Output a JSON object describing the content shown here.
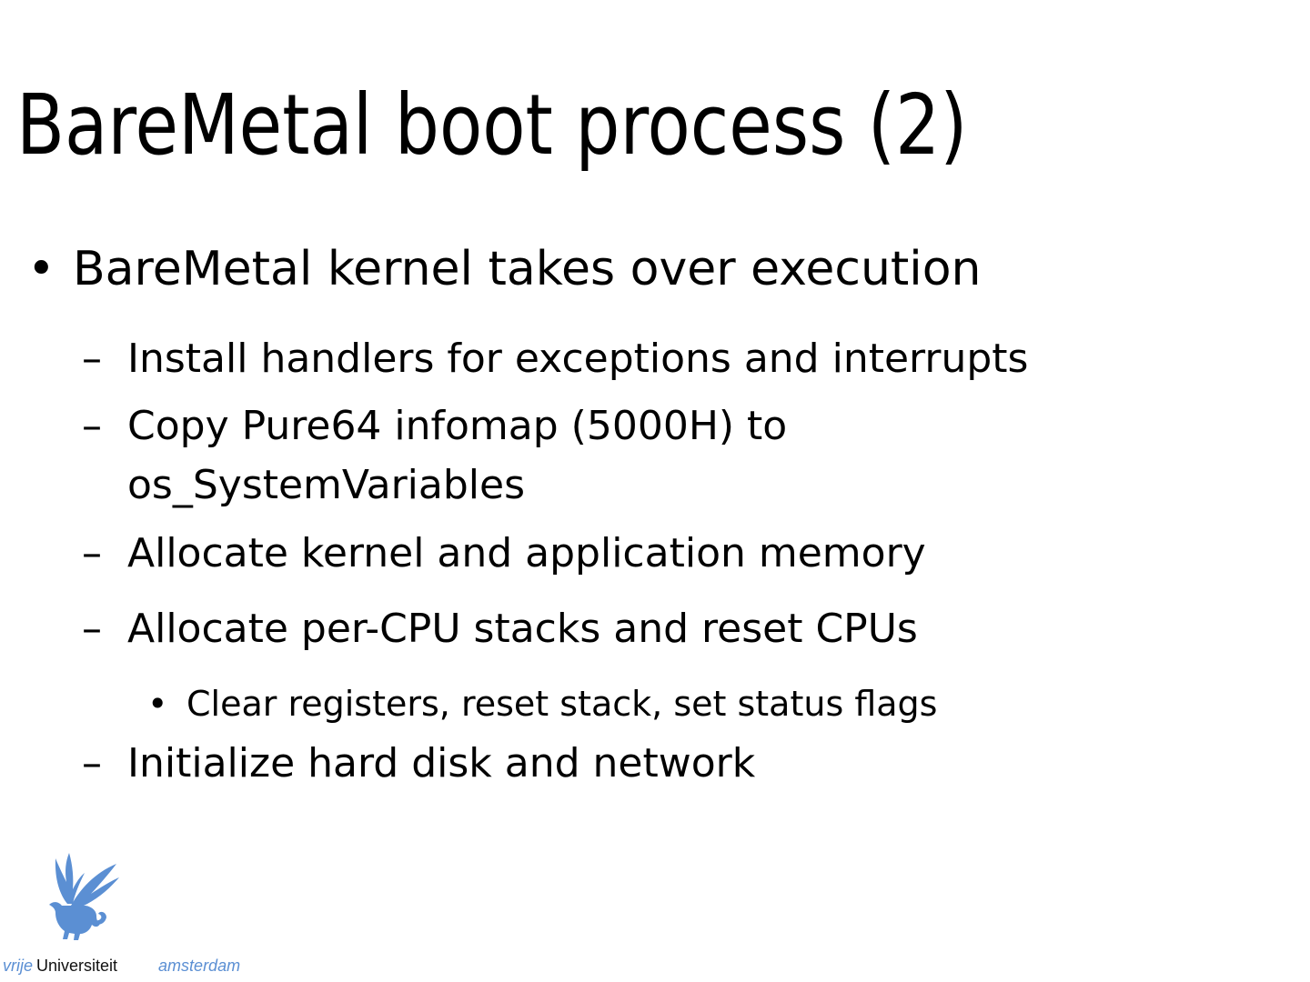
{
  "slide": {
    "title": "BareMetal boot process (2)"
  },
  "markers": {
    "level1": "•",
    "level2": "–",
    "level3": "•"
  },
  "bullets": [
    {
      "level": 1,
      "text": "BareMetal kernel takes over execution"
    },
    {
      "level": 2,
      "text": "Install handlers for exceptions and interrupts"
    },
    {
      "level": 2,
      "text": "Copy Pure64 infomap (5000H) to\nos_SystemVariables"
    },
    {
      "level": 2,
      "text": "Allocate kernel and application memory"
    },
    {
      "level": 2,
      "text": "Allocate per-CPU stacks and reset CPUs"
    },
    {
      "level": 3,
      "text": "Clear registers, reset stack, set status flags"
    },
    {
      "level": 2,
      "text": "Initialize hard disk and network"
    }
  ],
  "footer": {
    "logo": {
      "icon": "vu-griffin-icon",
      "color": "#5b8fd3"
    },
    "wordmark": {
      "vrije": "vrije",
      "universiteit": "Universiteit",
      "amsterdam": "amsterdam"
    }
  },
  "colors": {
    "background": "#ffffff",
    "text": "#000000",
    "logo_blue": "#5b8fd3",
    "wordmark_black": "#111111"
  }
}
